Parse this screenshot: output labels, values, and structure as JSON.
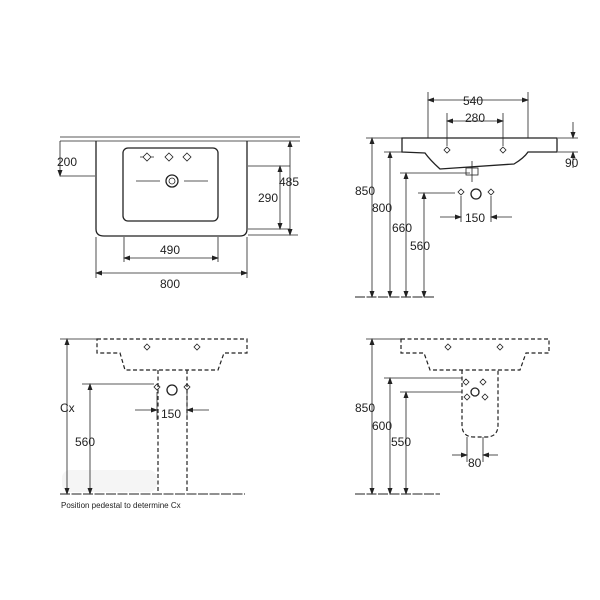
{
  "views": {
    "top": {
      "dims": {
        "d200": "200",
        "d290": "290",
        "d485": "485",
        "d490": "490",
        "d800": "800"
      }
    },
    "side": {
      "dims": {
        "d540": "540",
        "d280": "280",
        "d90": "90",
        "d850": "850",
        "d800": "800",
        "d660": "660",
        "d560": "560",
        "d150": "150"
      }
    },
    "front_pedestal": {
      "dims": {
        "cx": "Cx",
        "d560": "560",
        "d150": "150"
      },
      "note": "Position pedestal to determine Cx"
    },
    "side_pedestal": {
      "dims": {
        "d850": "850",
        "d600": "600",
        "d550": "550",
        "d80": "80"
      }
    }
  }
}
